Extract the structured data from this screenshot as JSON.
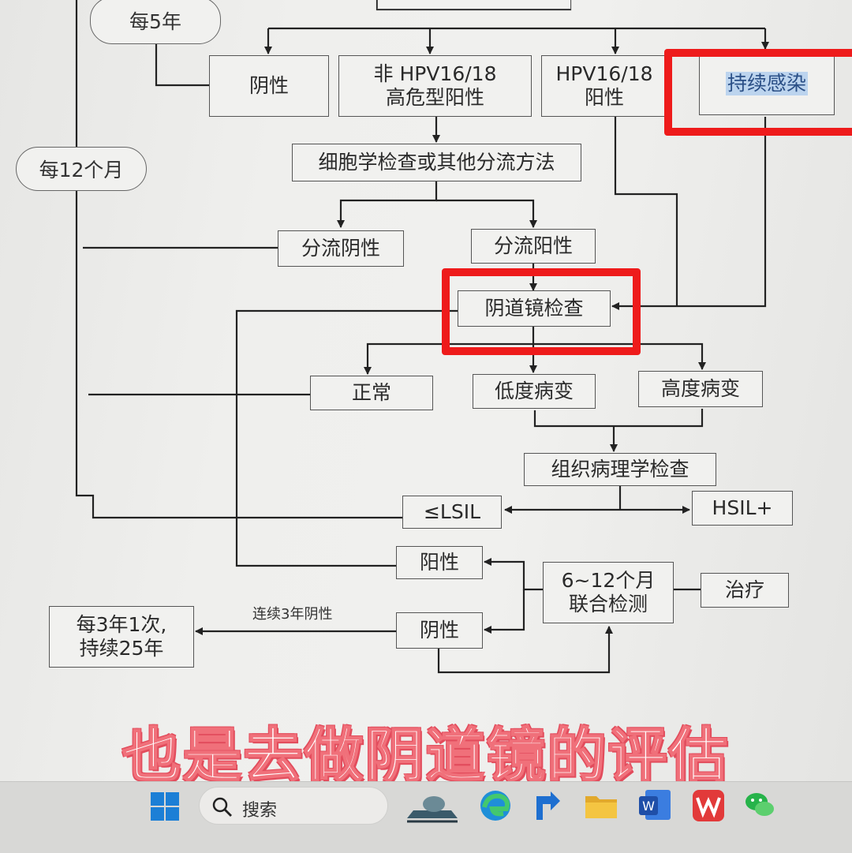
{
  "flowchart": {
    "cycle_5y": "每5年",
    "cycle_12m": "每12个月",
    "negative": "阴性",
    "non_hpv1618_line1": "非 HPV16/18",
    "non_hpv1618_line2": "高危型阳性",
    "hpv1618_line1": "HPV16/18",
    "hpv1618_line2": "阳性",
    "persistent": "持续感染",
    "cytology": "细胞学检查或其他分流方法",
    "triage_negative": "分流阴性",
    "triage_positive": "分流阳性",
    "colposcopy": "阴道镜检查",
    "normal": "正常",
    "low_grade": "低度病变",
    "high_grade": "高度病变",
    "histopathology": "组织病理学检查",
    "lsil": "≤LSIL",
    "hsil": "HSIL+",
    "positive": "阳性",
    "cotest_line1": "6~12个月",
    "cotest_line2": "联合检测",
    "treatment": "治疗",
    "negative2": "阴性",
    "every3y_line1": "每3年1次,",
    "every3y_line2": "持续25年",
    "three_negatives": "连续3年阴性"
  },
  "caption": "也是去做阴道镜的评估",
  "taskbar": {
    "search_placeholder": "搜索",
    "icons": [
      "windows-start-icon",
      "search-icon",
      "widget-icon",
      "edge-icon",
      "app-arrow-icon",
      "file-explorer-icon",
      "word-icon",
      "wps-icon",
      "wechat-icon"
    ]
  },
  "colors": {
    "highlight_frame": "#ee1b1b",
    "caption_outline": "#e24c5c",
    "selection": "#bcd4ee"
  }
}
